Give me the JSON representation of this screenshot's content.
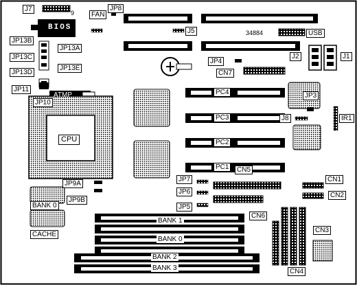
{
  "board": {
    "model_number": "34884",
    "bios_label": "BIOS",
    "cpu_label": "CPU",
    "cache_label": "CACHE",
    "bank0_label": "BANK 0",
    "j7_pin_number": "9",
    "simm_banks": [
      {
        "label": "BANK 1"
      },
      {
        "label": "BANK 0"
      },
      {
        "label": "BANK 2"
      },
      {
        "label": "BANK 3"
      }
    ],
    "pci_slots": [
      {
        "label": "PC4"
      },
      {
        "label": "PC3"
      },
      {
        "label": "PC2"
      },
      {
        "label": "PC1"
      }
    ],
    "connectors": {
      "j7": "J7",
      "fan": "FAN",
      "jp8": "JP8",
      "j5": "J5",
      "usb": "USB",
      "j2": "J2",
      "j1": "J1",
      "jp4": "JP4",
      "cn7": "CN7",
      "jp3": "JP3",
      "j8": "J8",
      "ir1": "IR1",
      "jp13b": "JP13B",
      "jp13a": "JP13A",
      "jp13c": "JP13C",
      "jp13d": "JP13D",
      "jp13e": "JP13E",
      "jp11": "JP11",
      "atmp": "ATMP",
      "jp10": "JP10",
      "jp9a": "JP9A",
      "jp9b": "JP9B",
      "jp7": "JP7",
      "jp6": "JP6",
      "jp5": "JP5",
      "cn5": "CN5",
      "cn6": "CN6",
      "cn1": "CN1",
      "cn2": "CN2",
      "cn3": "CN3",
      "cn4": "CN4"
    }
  }
}
